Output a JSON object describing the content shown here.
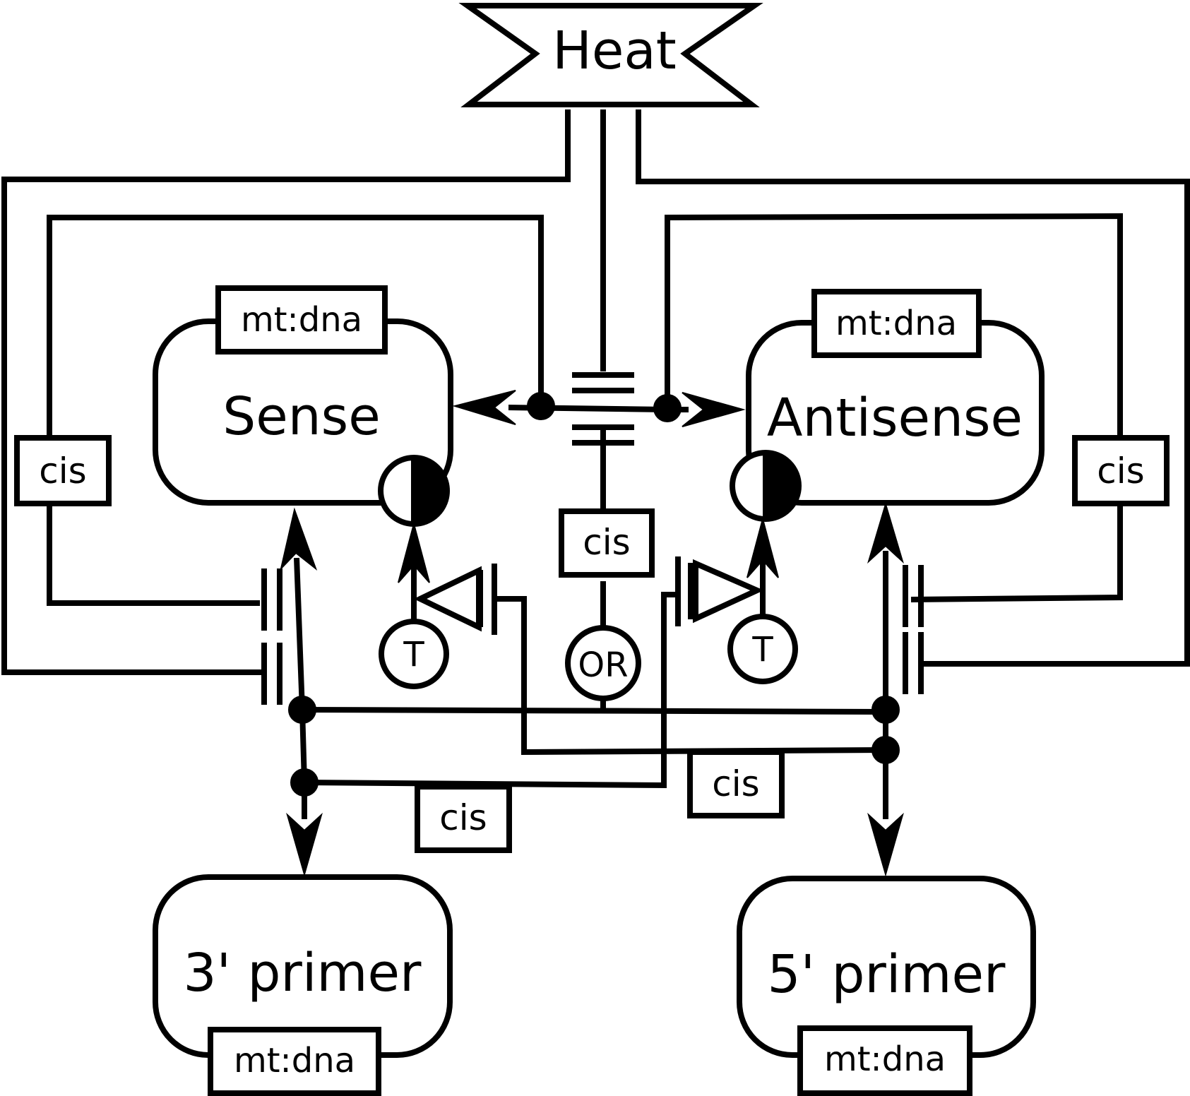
{
  "heat": {
    "label": "Heat"
  },
  "sense": {
    "label": "Sense",
    "unit_label": "mt:dna"
  },
  "antisense": {
    "label": "Antisense",
    "unit_label": "mt:dna"
  },
  "primer3": {
    "label": "3' primer",
    "unit_label": "mt:dna"
  },
  "primer5": {
    "label": "5' primer",
    "unit_label": "mt:dna"
  },
  "cis_label": "cis",
  "or_label": "OR",
  "t_label": "T"
}
